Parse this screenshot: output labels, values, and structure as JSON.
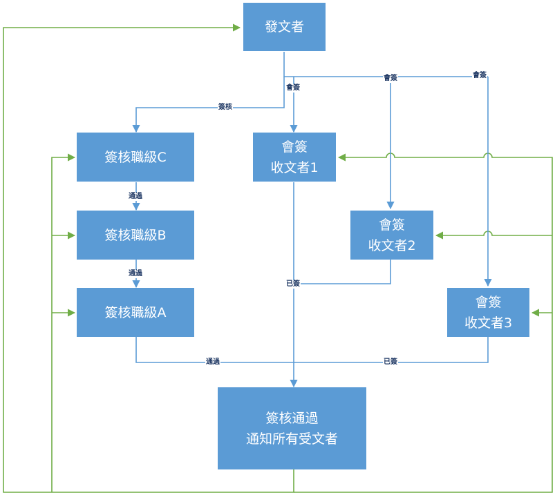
{
  "nodes": {
    "sender": "發文者",
    "level_c": "簽核職級C",
    "level_b": "簽核職級B",
    "level_a": "簽核職級A",
    "co_recipient_1": [
      "會簽",
      "收文者1"
    ],
    "co_recipient_2": [
      "會簽",
      "收文者2"
    ],
    "co_recipient_3": [
      "會簽",
      "收文者3"
    ],
    "approved": [
      "簽核通過",
      "通知所有受文者"
    ]
  },
  "edge_labels": {
    "countersign_1": "會簽",
    "countersign_2": "會簽",
    "countersign_3": "會簽",
    "review": "簽核",
    "pass_c_b": "通過",
    "pass_b_a": "通過",
    "signed_2": "已簽",
    "pass_a": "通過",
    "signed_3": "已簽"
  },
  "colors": {
    "box_fill": "#5b9bd5",
    "box_text": "#ffffff",
    "flow_line": "#5b9bd5",
    "return_line": "#70ad47",
    "label_text": "#1f3864"
  }
}
